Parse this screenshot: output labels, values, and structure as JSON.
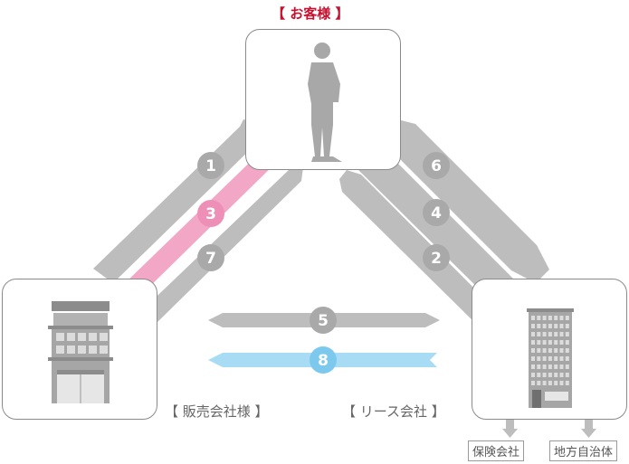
{
  "labels": {
    "customer": "【 お客様 】",
    "dealer": "【 販売会社様 】",
    "lease": "【 リース会社 】",
    "insurance": "保険会社",
    "local_gov": "地方自治体"
  },
  "flows": [
    {
      "number": "1",
      "color": "#bdbdbd"
    },
    {
      "number": "3",
      "color": "#f2a7c7"
    },
    {
      "number": "7",
      "color": "#bdbdbd"
    },
    {
      "number": "6",
      "color": "#bdbdbd"
    },
    {
      "number": "4",
      "color": "#bdbdbd"
    },
    {
      "number": "2",
      "color": "#bdbdbd"
    },
    {
      "number": "5",
      "color": "#bdbdbd"
    },
    {
      "number": "8",
      "color": "#a8dcf5"
    }
  ],
  "colors": {
    "gray_arrow": "#bdbdbd",
    "pink_arrow": "#f2a7c7",
    "blue_arrow": "#a8dcf5",
    "accent_red": "#c8102e",
    "box_border": "#8a8a8a"
  }
}
